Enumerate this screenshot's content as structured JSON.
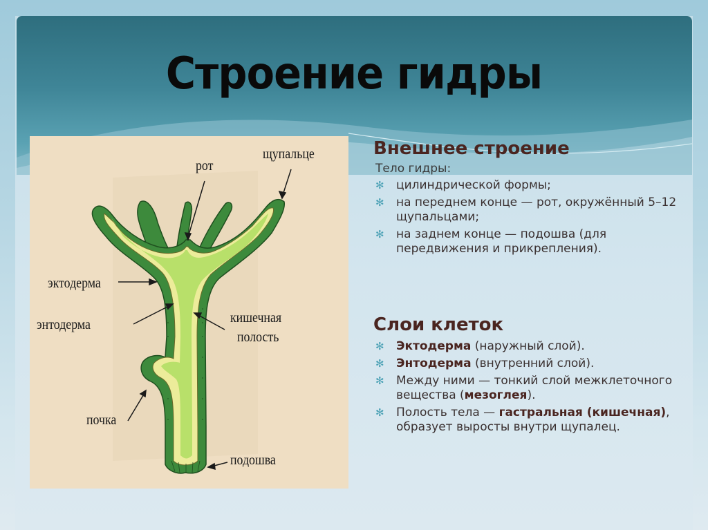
{
  "slide": {
    "title": "Строение гидры",
    "colors": {
      "header_dark": "#2e6e7e",
      "header_light": "#7fb7c5",
      "heading_brown": "#4a2520",
      "bullet_teal": "#4ba1b5",
      "diagram_bg": "#efdec3",
      "ectoderm_green": "#3d8a3c",
      "cavity_green": "#b8e06a",
      "endoderm_yellow": "#ecec9a"
    }
  },
  "diagram": {
    "labels": {
      "mouth": "рот",
      "tentacle": "щупальце",
      "ectoderm": "эктодерма",
      "endoderm": "энтодерма",
      "cavity_line1": "кишечная",
      "cavity_line2": "полость",
      "bud": "почка",
      "sole": "подошва"
    }
  },
  "external": {
    "heading": "Внешнее строение",
    "lead": "Тело гидры:",
    "bullets": [
      "цилиндрической формы;",
      "на переднем конце — рот, окружённый 5–12 щупальцами;",
      "на заднем конце — подошва (для передвижения и прикрепления)."
    ],
    "bullet_icon": "asterisk-bullet-icon"
  },
  "layers": {
    "heading": "Слои клеток",
    "items": [
      {
        "bold": "Эктодерма",
        "rest": " (наружный слой)."
      },
      {
        "bold": "Энтодерма",
        "rest": " (внутренний слой)."
      },
      {
        "pre": "Между ними — тонкий слой межклеточного вещества (",
        "bold": "мезоглея",
        "post": ")."
      },
      {
        "pre": "Полость тела — ",
        "bold": "гастральная (кишечная)",
        "post": ", образует выросты внутри щупалец."
      }
    ]
  }
}
